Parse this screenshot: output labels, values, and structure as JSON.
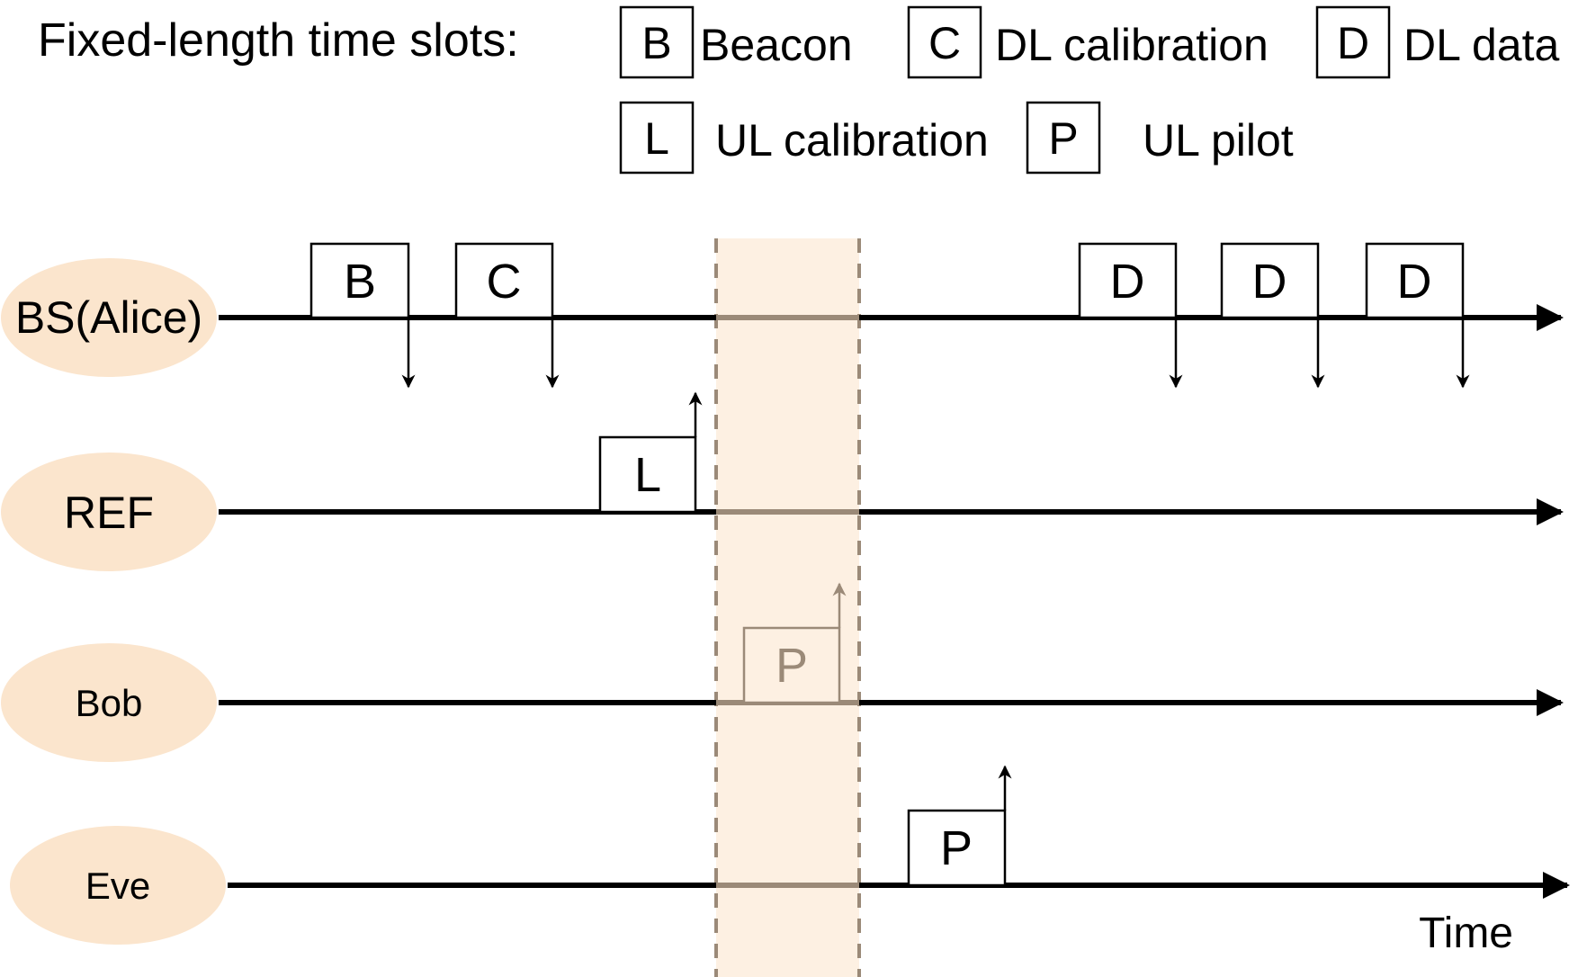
{
  "legend": {
    "title": "Fixed-length time slots:",
    "items": [
      {
        "key": "B",
        "label": "Beacon"
      },
      {
        "key": "C",
        "label": "DL calibration"
      },
      {
        "key": "D",
        "label": "DL data"
      },
      {
        "key": "L",
        "label": "UL calibration"
      },
      {
        "key": "P",
        "label": "UL pilot"
      }
    ]
  },
  "nodes": [
    {
      "label": "BS(Alice)"
    },
    {
      "label": "REF"
    },
    {
      "label": "Bob"
    },
    {
      "label": "Eve"
    }
  ],
  "slots": {
    "alice_beacon": "B",
    "alice_dl_cal": "C",
    "alice_dl_data_1": "D",
    "alice_dl_data_2": "D",
    "alice_dl_data_3": "D",
    "ref_ul_cal": "L",
    "bob_ul_pilot": "P",
    "eve_ul_pilot": "P"
  },
  "axis_label": "Time",
  "colors": {
    "node_fill": "#fbe5cd",
    "highlight_fill": "#fdf0e2",
    "highlight_border": "#9b8a78",
    "faded": "#9b8a78",
    "line": "#000000"
  }
}
